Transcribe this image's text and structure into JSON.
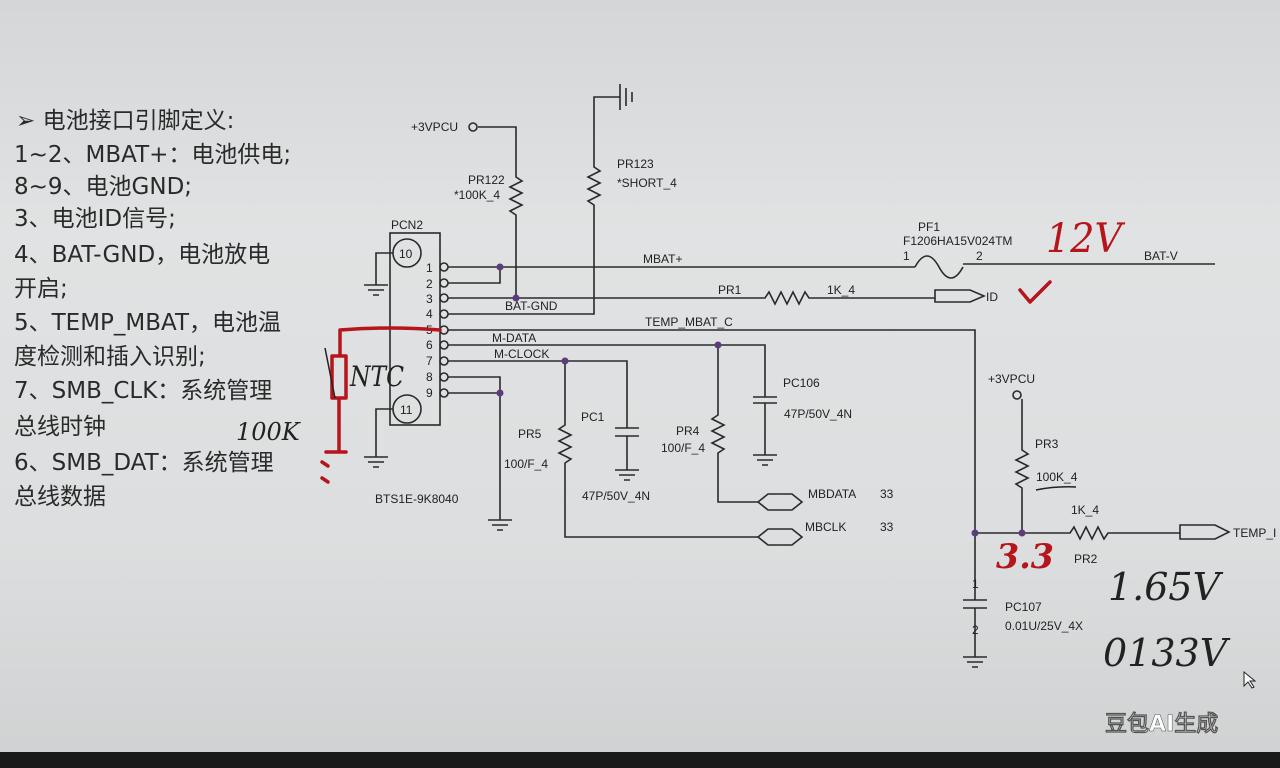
{
  "notes": {
    "title": "➢ 电池接口引脚定义:",
    "lines": [
      "1~2、MBAT+：电池供电;",
      "8~9、电池GND;",
      "3、电池ID信号;",
      "4、BAT-GND，电池放电",
      "开启;",
      "5、TEMP_MBAT，电池温",
      "度检测和插入识别;",
      "7、SMB_CLK：系统管理",
      "总线时钟",
      "6、SMB_DAT：系统管理",
      "总线数据"
    ]
  },
  "schematic": {
    "connector": {
      "ref": "PCN2",
      "part": "BTS1E-9K8040",
      "pins": [
        "1",
        "2",
        "3",
        "4",
        "5",
        "6",
        "7",
        "8",
        "9"
      ],
      "mount_pins": [
        "10",
        "11"
      ]
    },
    "nets": {
      "mbat": "MBAT+",
      "bat_gnd": "BAT-GND",
      "temp": "TEMP_MBAT_C",
      "mdata": "M-DATA",
      "mclock": "M-CLOCK",
      "bat_v": "BAT-V",
      "id": "ID",
      "mbdata": "MBDATA",
      "mbclk": "MBCLK",
      "temp_out": "TEMP_I",
      "page_ref": "33"
    },
    "power": {
      "vpcu": "+3VPCU"
    },
    "parts": {
      "pr122": {
        "ref": "PR122",
        "val": "*100K_4"
      },
      "pr123": {
        "ref": "PR123",
        "val": "*SHORT_4"
      },
      "pf1": {
        "ref": "PF1",
        "val": "F1206HA15V024TM",
        "p1": "1",
        "p2": "2"
      },
      "pr1": {
        "ref": "PR1",
        "val": "1K_4"
      },
      "pr5": {
        "ref": "PR5",
        "val": "100/F_4"
      },
      "pc1": {
        "ref": "PC1",
        "val": "47P/50V_4N"
      },
      "pr4": {
        "ref": "PR4",
        "val": "100/F_4"
      },
      "pc106": {
        "ref": "PC106",
        "val": "47P/50V_4N"
      },
      "pr3": {
        "ref": "PR3",
        "val": "100K_4"
      },
      "pr2": {
        "ref": "PR2",
        "val": "1K_4"
      },
      "pc107": {
        "ref": "PC107",
        "val": "0.01U/25V_4X",
        "p1": "1",
        "p2": "2"
      }
    }
  },
  "annotations": {
    "v12": "12V",
    "ntc": "NTC",
    "r100k": "100K",
    "v33": "3.3",
    "v165": "1.65V",
    "v0133": "0133V"
  },
  "watermark": "豆包AI生成",
  "colors": {
    "red_ink": "#b5151b",
    "wire": "#2a2a2a",
    "junction": "#5a3d7a"
  }
}
